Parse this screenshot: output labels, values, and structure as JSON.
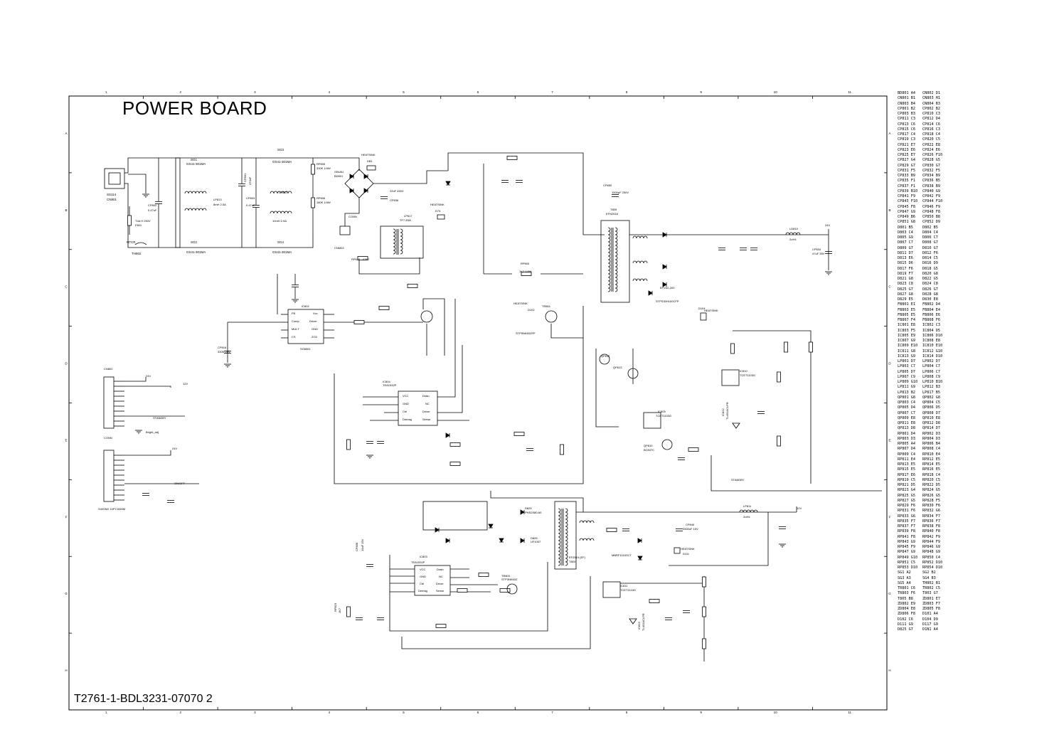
{
  "title": "POWER BOARD",
  "drawing_number": "T2761-1-BDL3231-07070 2",
  "grid": {
    "columns": [
      "1",
      "2",
      "3",
      "4",
      "5",
      "6",
      "7",
      "8",
      "9",
      "10",
      "11"
    ],
    "rows": [
      "A",
      "B",
      "C",
      "D",
      "E",
      "F",
      "G",
      "H"
    ]
  },
  "labels": [
    {
      "id": "sg1",
      "text": "SG1"
    },
    {
      "id": "sg1v",
      "text": "GS41-301MA"
    },
    {
      "id": "sg2",
      "text": "SG2"
    },
    {
      "id": "sg2v",
      "text": "GS41-301MA"
    },
    {
      "id": "sg3",
      "text": "SG3"
    },
    {
      "id": "sg3v",
      "text": "GS41-301MA"
    },
    {
      "id": "sg4",
      "text": "SG4"
    },
    {
      "id": "sg4v",
      "text": "GS41-301MA"
    },
    {
      "id": "cn801",
      "text": "CN801"
    },
    {
      "id": "cn801v",
      "text": "SS114"
    },
    {
      "id": "cp802",
      "text": "CP802"
    },
    {
      "id": "cp802v",
      "text": "0.47uF"
    },
    {
      "id": "ntcr",
      "text": "NTCR"
    },
    {
      "id": "th802",
      "text": "TH802"
    },
    {
      "id": "f801",
      "text": "F801"
    },
    {
      "id": "f801v",
      "text": "T4A H 250V"
    },
    {
      "id": "lp813",
      "text": "LP813"
    },
    {
      "id": "lp813v",
      "text": "8mH 2.5A"
    },
    {
      "id": "lp812",
      "text": "LP812"
    },
    {
      "id": "lp812v",
      "text": "10mH 2.5A"
    },
    {
      "id": "cp801",
      "text": "CP801"
    },
    {
      "id": "cp801v",
      "text": "470nF"
    },
    {
      "id": "cp803",
      "text": "CP803"
    },
    {
      "id": "cp803v",
      "text": "0.47uF"
    },
    {
      "id": "rp805",
      "text": "RP805"
    },
    {
      "id": "rp805v",
      "text": "330K 1/4W"
    },
    {
      "id": "rp806",
      "text": "RP806"
    },
    {
      "id": "rp806v",
      "text": "180K 1/4W"
    },
    {
      "id": "heatsink1",
      "text": "HEATSINK"
    },
    {
      "id": "db1",
      "text": "DB1"
    },
    {
      "id": "gbu",
      "text": "GBU8J"
    },
    {
      "id": "bd801",
      "text": "BD801"
    },
    {
      "id": "conn1",
      "text": "CONN"
    },
    {
      "id": "cnm03",
      "text": "CNM03"
    },
    {
      "id": "cp836",
      "text": "CP836"
    },
    {
      "id": "cp836v",
      "text": "22uF 450V"
    },
    {
      "id": "rp818",
      "text": "RP818"
    },
    {
      "id": "rp818v",
      "text": "47K7"
    },
    {
      "id": "lp817",
      "text": "LP817"
    },
    {
      "id": "lp817v",
      "text": "TF7-E58"
    },
    {
      "id": "heatsink2",
      "text": "HEATSINK"
    },
    {
      "id": "d74",
      "text": "D74"
    },
    {
      "id": "ic802",
      "text": "IC802"
    },
    {
      "id": "ic802v",
      "text": "SG6961"
    },
    {
      "id": "ic802_fb",
      "text": "FB"
    },
    {
      "id": "ic802_comp",
      "text": "Comp"
    },
    {
      "id": "ic802_mult",
      "text": "MULT"
    },
    {
      "id": "ic802_cs",
      "text": "CS"
    },
    {
      "id": "ic802_vcc",
      "text": "Vcc"
    },
    {
      "id": "ic802_driver",
      "text": "Driver"
    },
    {
      "id": "ic802_gnd",
      "text": "GND"
    },
    {
      "id": "ic802_zcd",
      "text": "ZCD"
    },
    {
      "id": "cp816",
      "text": "CP816"
    },
    {
      "id": "cp816v",
      "text": "330N 25V"
    },
    {
      "id": "rp800",
      "text": "RP800"
    },
    {
      "id": "rp800v",
      "text": "1K7 1/4W"
    },
    {
      "id": "heatsink3",
      "text": "HEATSINK"
    },
    {
      "id": "d102",
      "text": "D102"
    },
    {
      "id": "tr801",
      "text": "TR801"
    },
    {
      "id": "tr801v",
      "text": "STP9NK60ZFP"
    },
    {
      "id": "ic804",
      "text": "IC804"
    },
    {
      "id": "ic804v",
      "text": "TEA1532P"
    },
    {
      "id": "ic804_vcc",
      "text": "VCC"
    },
    {
      "id": "ic804_gnd",
      "text": "GND"
    },
    {
      "id": "ic804_ctrl",
      "text": "Ctrl"
    },
    {
      "id": "ic804_demag",
      "text": "Demag"
    },
    {
      "id": "ic804_drain",
      "text": "Drain"
    },
    {
      "id": "ic804_nc",
      "text": "NC"
    },
    {
      "id": "ic804_driver",
      "text": "Driver"
    },
    {
      "id": "ic804_sense",
      "text": "Sense"
    },
    {
      "id": "t805",
      "text": "T805"
    },
    {
      "id": "t805v",
      "text": "EFN2618"
    },
    {
      "id": "cp850",
      "text": "CP850"
    },
    {
      "id": "cp850v",
      "text": "1500pF 250V"
    },
    {
      "id": "d823",
      "text": "D823"
    },
    {
      "id": "d823v",
      "text": "STPS30H100CFP"
    },
    {
      "id": "d824",
      "text": "D824"
    },
    {
      "id": "d824v",
      "text": "BYV32-200"
    },
    {
      "id": "ld810",
      "text": "LD810"
    },
    {
      "id": "ld810v",
      "text": "2uH4"
    },
    {
      "id": "v24",
      "text": "24V"
    },
    {
      "id": "cp834",
      "text": "CP834"
    },
    {
      "id": "cp834v",
      "text": "47uF 35V"
    },
    {
      "id": "d104",
      "text": "D104"
    },
    {
      "id": "heatsink4",
      "text": "HEATSINK"
    },
    {
      "id": "ic810",
      "text": "IC810"
    },
    {
      "id": "ic810v",
      "text": "TCET1103G"
    },
    {
      "id": "ic812",
      "text": "IC812"
    },
    {
      "id": "ic812v",
      "text": "TL431ACLPR"
    },
    {
      "id": "ic809",
      "text": "IC809"
    },
    {
      "id": "ic809v",
      "text": "TCET1103G"
    },
    {
      "id": "qp810",
      "text": "QP810"
    },
    {
      "id": "qp810v",
      "text": "BC847C"
    },
    {
      "id": "qp812",
      "text": "QP812"
    },
    {
      "id": "qp813",
      "text": "QP813"
    },
    {
      "id": "cn802",
      "text": "CN802"
    },
    {
      "id": "cn802_24v",
      "text": "24V"
    },
    {
      "id": "cn802_12v",
      "text": "12V"
    },
    {
      "id": "standby1",
      "text": "STANDBY"
    },
    {
      "id": "bright",
      "text": "Bright_adj"
    },
    {
      "id": "conn2",
      "text": "CONN"
    },
    {
      "id": "cnm03b",
      "text": "CNM03"
    },
    {
      "id": "cnm03bv",
      "text": "S40SM2 10P2.54MM"
    },
    {
      "id": "conn2_24v",
      "text": "24V"
    },
    {
      "id": "onoff",
      "text": "ON/OFF"
    },
    {
      "id": "standby2",
      "text": "STANDBY"
    },
    {
      "id": "ic803",
      "text": "IC803"
    },
    {
      "id": "ic803v",
      "text": "TEA1532P"
    },
    {
      "id": "ic803_vcc",
      "text": "VCC"
    },
    {
      "id": "ic803_gnd",
      "text": "GND"
    },
    {
      "id": "ic803_ctrl",
      "text": "Ctrl"
    },
    {
      "id": "ic803_demag",
      "text": "Demag"
    },
    {
      "id": "ic803_drain",
      "text": "Drain"
    },
    {
      "id": "ic803_nc",
      "text": "NC"
    },
    {
      "id": "ic803_driver",
      "text": "Driver"
    },
    {
      "id": "ic803_sense",
      "text": "Sense"
    },
    {
      "id": "t803",
      "text": "T803"
    },
    {
      "id": "t803v",
      "text": "EF2519 (EF)"
    },
    {
      "id": "tr803",
      "text": "TR803"
    },
    {
      "id": "tr803v",
      "text": "STP3NK60Z"
    },
    {
      "id": "d825",
      "text": "D825"
    },
    {
      "id": "d825v",
      "text": "PHS2S80-60"
    },
    {
      "id": "d826",
      "text": "D826"
    },
    {
      "id": "d826v",
      "text": "UF1007"
    },
    {
      "id": "d827",
      "text": "D827"
    },
    {
      "id": "d827v",
      "text": "MBRF10100CT"
    },
    {
      "id": "lp811",
      "text": "LP811"
    },
    {
      "id": "lp811v",
      "text": "2uH4"
    },
    {
      "id": "v12",
      "text": "12V"
    },
    {
      "id": "cp840",
      "text": "CP840"
    },
    {
      "id": "cp840v",
      "text": "3300uF 16V"
    },
    {
      "id": "d111",
      "text": "D111"
    },
    {
      "id": "heatsink5",
      "text": "HEATSINK"
    },
    {
      "id": "ic811",
      "text": "IC811"
    },
    {
      "id": "ic811v",
      "text": "TCET1103G"
    },
    {
      "id": "ic813",
      "text": "IC813"
    },
    {
      "id": "ic813v",
      "text": "TL431ACLPR"
    },
    {
      "id": "cp808",
      "text": "CP808"
    },
    {
      "id": "cp808v",
      "text": "10uF 25V"
    },
    {
      "id": "rp823",
      "text": "RP823"
    },
    {
      "id": "rp823v",
      "text": "1K7"
    }
  ],
  "index": [
    [
      "BD801 A4",
      "CN802 D1"
    ],
    [
      "CN801 B1",
      "CN803 H1"
    ],
    [
      "CN803 B4",
      "CN804 B3"
    ],
    [
      "CP801 B2",
      "CP802 B2"
    ],
    [
      "CP803 B3",
      "CP810 C3"
    ],
    [
      "CP811 C3",
      "CP812 D4"
    ],
    [
      "CP813 C6",
      "CP814 C6"
    ],
    [
      "CP815 C6",
      "CP816 C3"
    ],
    [
      "CP817 C4",
      "CP818 C4"
    ],
    [
      "CP819 C3",
      "CP820 C5"
    ],
    [
      "CP821 E7",
      "CP822 E8"
    ],
    [
      "CP823 E6",
      "CP824 E6"
    ],
    [
      "CP825 E7",
      "CP826 F10"
    ],
    [
      "CP827 G4",
      "CP828 G5"
    ],
    [
      "CP829 G7",
      "CP830 G7"
    ],
    [
      "CP831 F5",
      "CP832 F5"
    ],
    [
      "CP833 B9",
      "CP834 B9"
    ],
    [
      "CP835 F1",
      "CP836 B5"
    ],
    [
      "CP837 F1",
      "CP838 B9"
    ],
    [
      "CP839 B10",
      "CP840 G9"
    ],
    [
      "CP841 F9",
      "CP842 F9"
    ],
    [
      "CP843 F10",
      "CP844 F10"
    ],
    [
      "CP845 F8",
      "CP846 F9"
    ],
    [
      "CP847 G9",
      "CP848 F8"
    ],
    [
      "CP849 B6",
      "CP850 B8"
    ],
    [
      "CP851 G8",
      "CP852 D9"
    ],
    [
      "D801 B5",
      "D802 B5"
    ],
    [
      "D803 C4",
      "D804 C4"
    ],
    [
      "D805 G9",
      "D806 C7"
    ],
    [
      "D807 C7",
      "D808 G7"
    ],
    [
      "D809 G7",
      "D810 G7"
    ],
    [
      "D811 D7",
      "D812 F6"
    ],
    [
      "D813 E6",
      "D814 C5"
    ],
    [
      "D815 D6",
      "D816 D9"
    ],
    [
      "D817 F6",
      "D818 G5"
    ],
    [
      "D819 F7",
      "D820 G8"
    ],
    [
      "D821 G8",
      "D822 G5"
    ],
    [
      "D823 C8",
      "D824 C8"
    ],
    [
      "D825 G7",
      "D826 G7"
    ],
    [
      "D827 G8",
      "D828 G8"
    ],
    [
      "D829 E5",
      "D830 E8"
    ],
    [
      "FB801 E1",
      "FB802 D4"
    ],
    [
      "FB803 E5",
      "FB804 E4"
    ],
    [
      "FB805 E5",
      "FB806 E6"
    ],
    [
      "FB807 F4",
      "FB808 F6"
    ],
    [
      "IC801 E8",
      "IC802 C3"
    ],
    [
      "IC803 F5",
      "IC804 D5"
    ],
    [
      "IC805 E9",
      "IC806 D10"
    ],
    [
      "IC807 G9",
      "IC808 E8"
    ],
    [
      "IC809 E10",
      "IC810 E10"
    ],
    [
      "IC811 G8",
      "IC812 G10"
    ],
    [
      "IC813 G9",
      "IC814 D10"
    ],
    [
      "LP801 D7",
      "LP802 D7"
    ],
    [
      "LP803 C7",
      "LP804 C7"
    ],
    [
      "LP805 D7",
      "LP806 C7"
    ],
    [
      "LP807 C9",
      "LP808 C9"
    ],
    [
      "LP809 G10",
      "LP810 B10"
    ],
    [
      "LP811 G9",
      "LP812 B3"
    ],
    [
      "LP813 B2",
      "LP817 B5"
    ],
    [
      "QP801 G8",
      "QP802 G8"
    ],
    [
      "QP803 C4",
      "QP804 C5"
    ],
    [
      "QP805 D4",
      "QP806 D5"
    ],
    [
      "QP807 C7",
      "QP808 D7"
    ],
    [
      "QP809 E8",
      "QP810 E8"
    ],
    [
      "QP811 E8",
      "QP812 D8"
    ],
    [
      "QP813 D8",
      "QP814 D7"
    ],
    [
      "RP801 D4",
      "RP802 D3"
    ],
    [
      "RP803 D3",
      "RP804 D3"
    ],
    [
      "RP805 A4",
      "RP806 B4"
    ],
    [
      "RP807 D4",
      "RP808 C4"
    ],
    [
      "RP809 C4",
      "RP810 E4"
    ],
    [
      "RP811 E4",
      "RP812 E5"
    ],
    [
      "RP813 E5",
      "RP814 E5"
    ],
    [
      "RP815 E5",
      "RP816 E5"
    ],
    [
      "RP817 E6",
      "RP818 C4"
    ],
    [
      "RP819 C5",
      "RP820 C5"
    ],
    [
      "RP821 D5",
      "RP822 D5"
    ],
    [
      "RP823 G4",
      "RP824 G5"
    ],
    [
      "RP825 G5",
      "RP826 G5"
    ],
    [
      "RP827 G5",
      "RP828 F5"
    ],
    [
      "RP829 F6",
      "RP830 F6"
    ],
    [
      "RP831 F6",
      "RP832 G6"
    ],
    [
      "RP833 G6",
      "RP834 F7"
    ],
    [
      "RP835 F7",
      "RP836 F7"
    ],
    [
      "RP837 F7",
      "RP838 F8"
    ],
    [
      "RP839 F8",
      "RP840 F8"
    ],
    [
      "RP841 F8",
      "RP842 F9"
    ],
    [
      "RP843 G9",
      "RP844 F9"
    ],
    [
      "RP845 F9",
      "RP846 G9"
    ],
    [
      "RP847 G9",
      "RP848 G9"
    ],
    [
      "RP849 G10",
      "RP850 C4"
    ],
    [
      "RP851 C5",
      "RP852 D10"
    ],
    [
      "RP853 D10",
      "RP854 D10"
    ],
    [
      "SG1 A2",
      "SG2 B2"
    ],
    [
      "SG3 A3",
      "SG4 B3"
    ],
    [
      "SG5 A4",
      "TH802 B1"
    ],
    [
      "TR801 C6",
      "TR802 C5"
    ],
    [
      "TR803 F6",
      "T803 G7"
    ],
    [
      "T805 B8",
      "ZD801 E7"
    ],
    [
      "ZD802 E9",
      "ZD803 F7"
    ],
    [
      "ZD804 E8",
      "ZD805 F8"
    ],
    [
      "ZD806 F8",
      "D101 A4"
    ],
    [
      "D102 C6",
      "D104 D9"
    ],
    [
      "D111 G9",
      "D117 G9"
    ],
    [
      "D825 G7",
      "D1N1 A4"
    ]
  ]
}
